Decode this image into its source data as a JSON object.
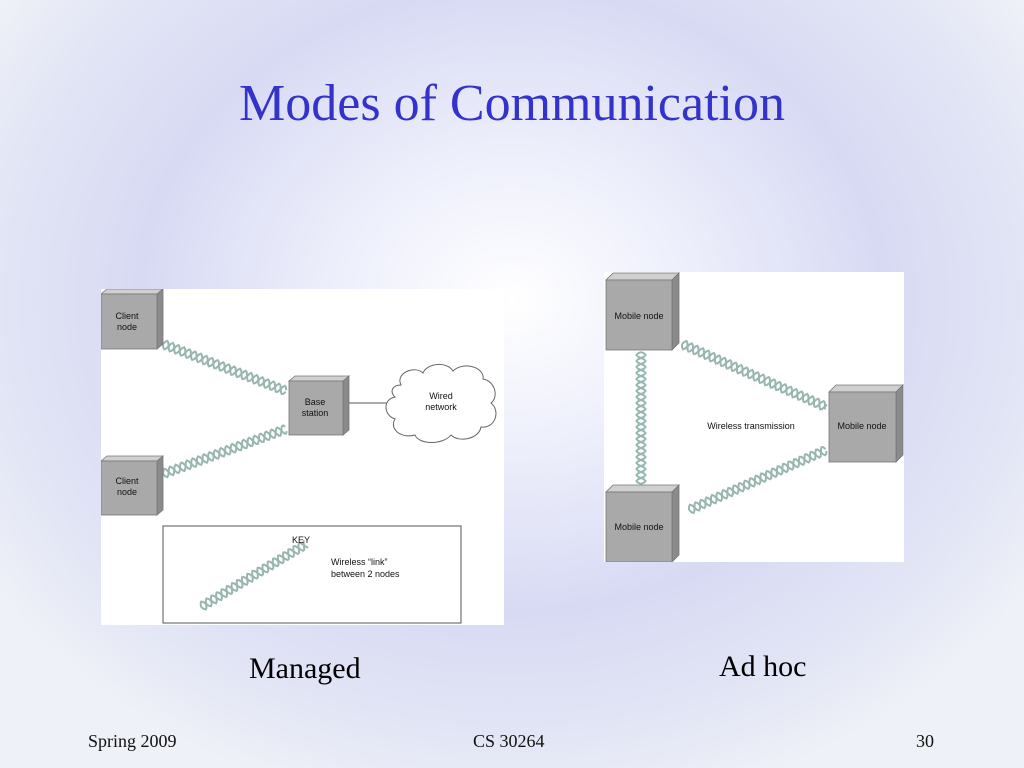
{
  "slide": {
    "title": "Modes of Communication",
    "footer_left": "Spring 2009",
    "footer_center": "CS 30264",
    "footer_right": "30"
  },
  "managed": {
    "caption": "Managed",
    "client_node_top": [
      "Client",
      "node"
    ],
    "client_node_bottom": [
      "Client",
      "node"
    ],
    "base_station": [
      "Base",
      "station"
    ],
    "wired_network": [
      "Wired",
      "network"
    ],
    "key_title": "KEY",
    "key_text": [
      "Wireless “link”",
      "between 2 nodes"
    ]
  },
  "adhoc": {
    "caption": "Ad hoc",
    "mobile_node_top": "Mobile node",
    "mobile_node_bottom": "Mobile node",
    "mobile_node_right": "Mobile node",
    "wireless_transmission": "Wireless transmission"
  },
  "colors": {
    "title": "#3333cc",
    "node_face": "#a9a9a9",
    "wave": "#98b6b0"
  }
}
